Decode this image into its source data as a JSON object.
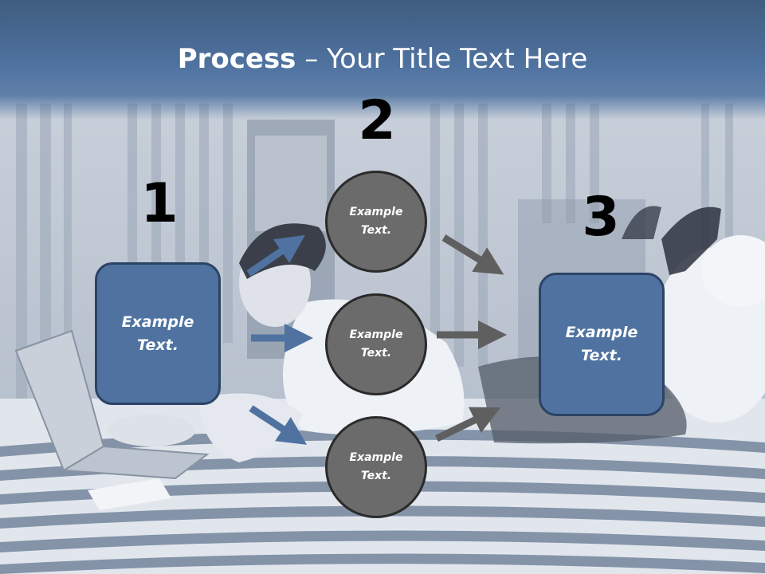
{
  "title": {
    "bold": "Process",
    "rest": " – Your Title Text Here"
  },
  "steps": [
    {
      "number": "1"
    },
    {
      "number": "2"
    },
    {
      "number": "3"
    }
  ],
  "input_box": {
    "label": "Example\nText."
  },
  "process_circles": [
    {
      "label": "Example\nText."
    },
    {
      "label": "Example\nText."
    },
    {
      "label": "Example\nText."
    }
  ],
  "output_box": {
    "label": "Example\nText."
  },
  "colors": {
    "header": "#4f72a0",
    "box_fill": "#4f72a0",
    "box_border": "#2b4466",
    "circle_fill": "#6b6b6b",
    "arrow_blue": "#4f72a0",
    "arrow_gray": "#5f5f5f"
  }
}
